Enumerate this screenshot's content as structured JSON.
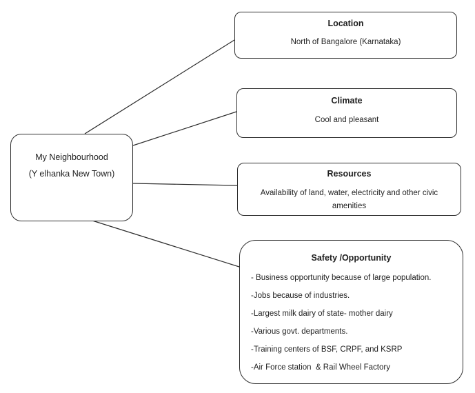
{
  "diagram": {
    "center": {
      "line1": "My Neighbourhood",
      "line2": "(Y elhanka New Town)"
    },
    "nodes": [
      {
        "id": "location",
        "title": "Location",
        "body": "North of Bangalore (Karnataka)"
      },
      {
        "id": "climate",
        "title": "Climate",
        "body": "Cool and pleasant"
      },
      {
        "id": "resources",
        "title": "Resources",
        "body": "Availability of land, water, electricity and other civic amenities"
      },
      {
        "id": "safety",
        "title": "Safety /Opportunity",
        "items": [
          "- Business opportunity because of large population.",
          "-Jobs because of industries.",
          "-Largest milk dairy of state- mother dairy",
          "-Various govt. departments.",
          "-Training centers of BSF, CRPF, and KSRP",
          "-Air Force station  & Rail Wheel Factory"
        ]
      }
    ],
    "colors": {
      "border": "#2d2d2d",
      "text": "#1f1f1f",
      "background": "#ffffff"
    }
  }
}
